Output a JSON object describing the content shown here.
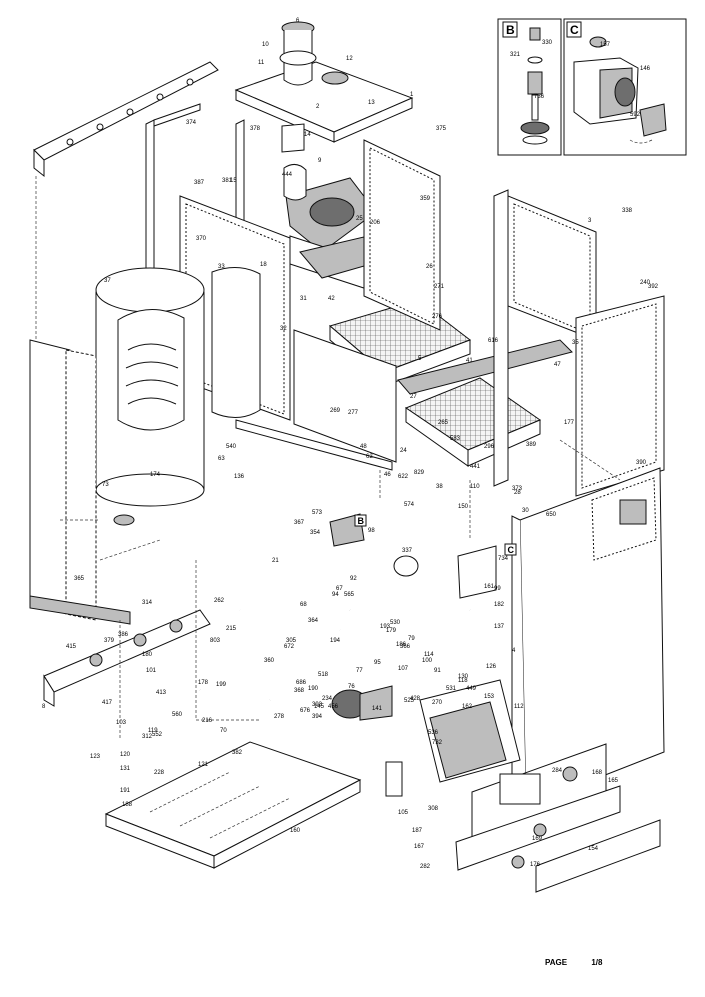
{
  "footer": {
    "page_label": "PAGE",
    "page_number": "1/8"
  },
  "insets": {
    "b_label": "B",
    "c_label": "C"
  },
  "markers": {
    "b": "B",
    "c": "C"
  },
  "callouts": [
    "1",
    "2",
    "3",
    "4",
    "5",
    "6",
    "8",
    "9",
    "10",
    "11",
    "12",
    "13",
    "14",
    "15",
    "18",
    "21",
    "24",
    "25",
    "26",
    "27",
    "28",
    "30",
    "31",
    "32",
    "33",
    "35",
    "37",
    "38",
    "41",
    "42",
    "46",
    "47",
    "48",
    "62",
    "63",
    "67",
    "68",
    "70",
    "73",
    "76",
    "77",
    "79",
    "91",
    "92",
    "94",
    "95",
    "98",
    "99",
    "100",
    "101",
    "103",
    "105",
    "107",
    "110",
    "112",
    "114",
    "118",
    "119",
    "120",
    "121",
    "123",
    "126",
    "130",
    "131",
    "136",
    "137",
    "141",
    "145",
    "146",
    "150",
    "153",
    "154",
    "157",
    "160",
    "161",
    "162",
    "165",
    "167",
    "168",
    "169",
    "174",
    "176",
    "177",
    "178",
    "179",
    "180",
    "182",
    "186",
    "187",
    "188",
    "190",
    "191",
    "193",
    "194",
    "199",
    "206",
    "215",
    "216",
    "228",
    "234",
    "240",
    "262",
    "265",
    "269",
    "270",
    "271",
    "276",
    "277",
    "278",
    "282",
    "284",
    "296",
    "305",
    "308",
    "312",
    "314",
    "321",
    "330",
    "337",
    "338",
    "354",
    "359",
    "360",
    "364",
    "365",
    "366",
    "367",
    "368",
    "370",
    "373",
    "374",
    "375",
    "378",
    "379",
    "381",
    "382",
    "386",
    "387",
    "389",
    "390",
    "392",
    "393",
    "394",
    "413",
    "415",
    "417",
    "428",
    "441",
    "444",
    "449",
    "456",
    "518",
    "525",
    "530",
    "531",
    "536",
    "540",
    "552",
    "560",
    "565",
    "573",
    "574",
    "583",
    "592",
    "616",
    "622",
    "650",
    "672",
    "676",
    "686",
    "732",
    "734",
    "736",
    "803",
    "829"
  ]
}
